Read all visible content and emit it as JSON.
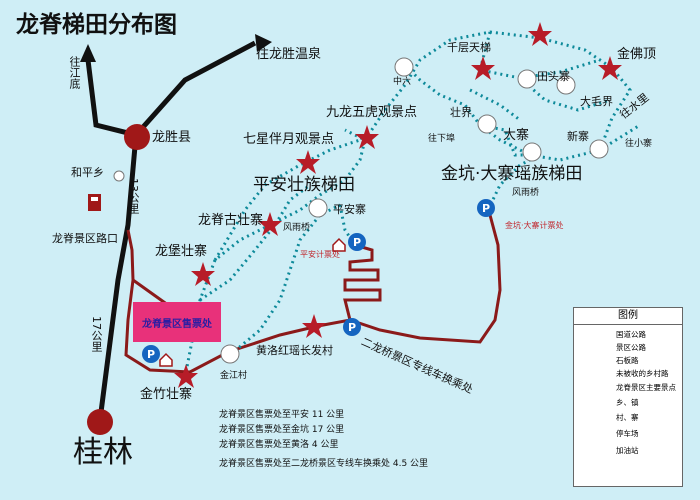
{
  "title": "龙脊梯田分布图",
  "map": {
    "labels": {
      "to_hot_spring": "往龙胜温泉",
      "jiangdi": "往江底",
      "longsheng_county": "龙胜县",
      "heping": "和平乡",
      "km13": "13公里",
      "scenic_entrance": "龙脊景区路口",
      "km17": "17公里",
      "guilin": "桂林",
      "jinzhu": "金竹壮寨",
      "jinjiang": "金江村",
      "huangluo": "黄洛红瑶长发村",
      "longbao": "龙堡壮寨",
      "longji_old": "龙脊古壮寨",
      "qixing": "七星伴月观景点",
      "jiulong": "九龙五虎观景点",
      "pingan_terrace": "平安壮族梯田",
      "pingan_village": "平安寨",
      "fengyu_bridge1": "风雨桥",
      "pingan_ticket": "平安计票处",
      "erlongqiao": "二龙桥景区专线车换乘处",
      "zhongliu": "中六",
      "qianceng": "千层天梯",
      "tiantou": "田头寨",
      "jinfoding": "金佛顶",
      "damaojie": "大毛界",
      "zhuangjie": "壮界",
      "dazhai": "大寨",
      "xinzhai": "新寨",
      "to_shuili": "往水里",
      "to_xiabu": "往下埠",
      "to_xiaozhai": "往小寨",
      "jinkeng_terrace": "金坑·大寨瑶族梯田",
      "fengyu_bridge2": "风雨桥",
      "jinkeng_ticket": "金坑·大寨计票处",
      "ticket_office": "龙脊景区售票处"
    },
    "distances": [
      "龙脊景区售票处至平安 11 公里",
      "龙脊景区售票处至金坑 17 公里",
      "龙脊景区售票处至黄洛 4  公里",
      "龙脊景区售票处至二龙桥景区专线车换乘处 4.5 公里"
    ],
    "legend": {
      "title": "图例",
      "items": [
        "国道公路",
        "景区公路",
        "石板路",
        "未被收的乡村路",
        "龙脊景区主要景点",
        "乡、镇",
        "村、寨",
        "停车场",
        "加油站"
      ]
    }
  }
}
